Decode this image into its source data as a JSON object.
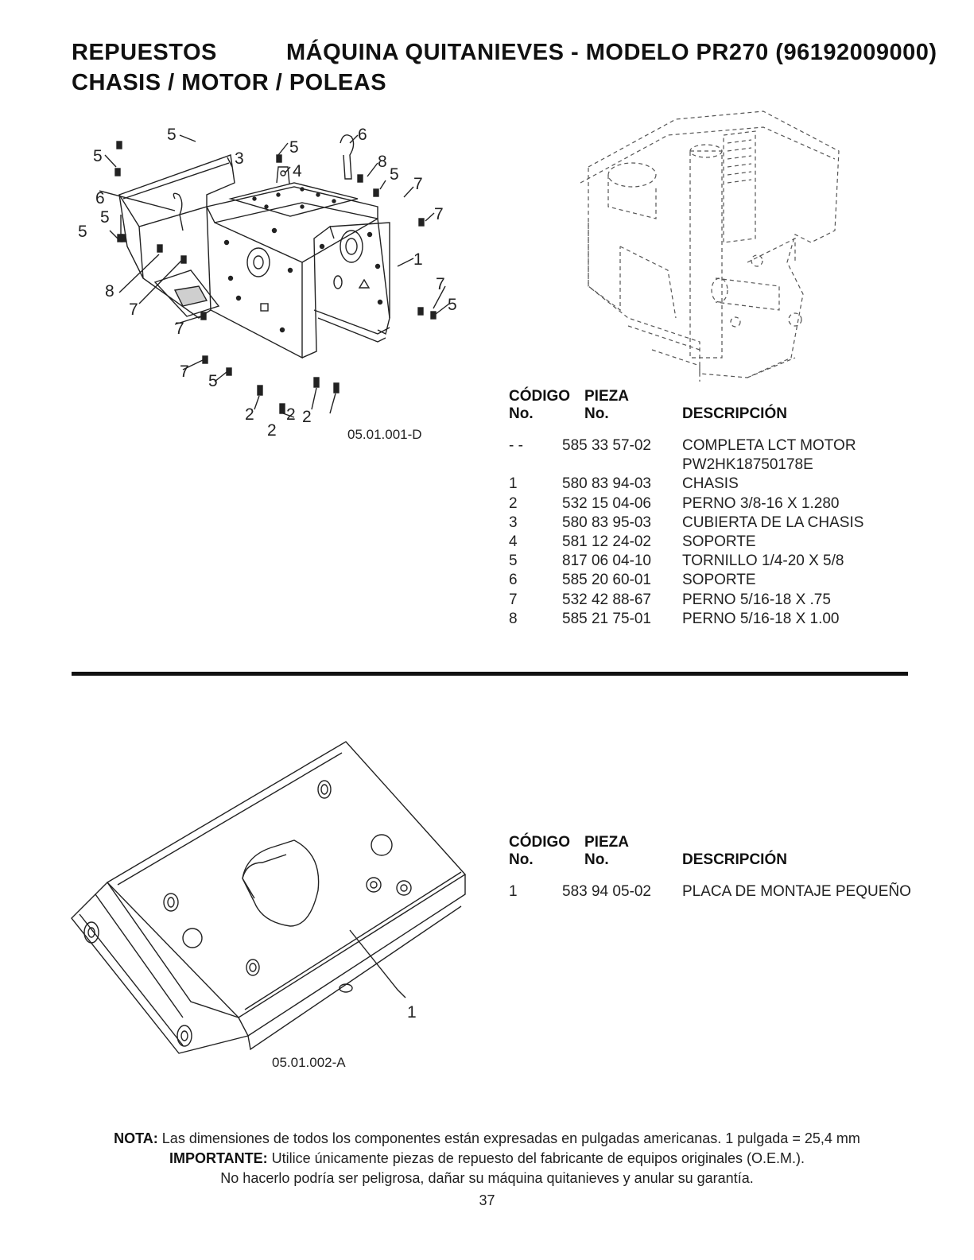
{
  "header": {
    "left_title": "REPUESTOS",
    "right_title": "MÁQUINA QUITANIEVES - MODELO  PR270  (96192009000)",
    "section_title": "CHASIS / MOTOR / POLEAS"
  },
  "figure1": {
    "code": "05.01.001-D",
    "callouts": [
      "5",
      "5",
      "3",
      "5",
      "4",
      "6",
      "8",
      "5",
      "7",
      "6",
      "5",
      "7",
      "5",
      "1",
      "8",
      "7",
      "7",
      "5",
      "7",
      "7",
      "5",
      "2",
      "2",
      "2",
      "2"
    ]
  },
  "table1": {
    "header_code_line1": "CÓDIGO",
    "header_part_line1": "PIEZA",
    "header_code_line2": "No.",
    "header_part_line2": "No.",
    "header_desc": "DESCRIPCIÓN",
    "rows": [
      {
        "code": "- -",
        "part": "585 33 57-02",
        "desc": "COMPLETA LCT MOTOR"
      },
      {
        "code": "",
        "part": "",
        "desc": "PW2HK18750178E"
      },
      {
        "code": "1",
        "part": "580 83 94-03",
        "desc": "CHASIS"
      },
      {
        "code": "2",
        "part": "532 15 04-06",
        "desc": "PERNO 3/8-16 X 1.280"
      },
      {
        "code": "3",
        "part": "580 83 95-03",
        "desc": "CUBIERTA DE LA CHASIS"
      },
      {
        "code": "4",
        "part": "581 12 24-02",
        "desc": "SOPORTE"
      },
      {
        "code": "5",
        "part": "817 06 04-10",
        "desc": "TORNILLO 1/4-20 X 5/8"
      },
      {
        "code": "6",
        "part": "585 20 60-01",
        "desc": "SOPORTE"
      },
      {
        "code": "7",
        "part": "532 42 88-67",
        "desc": "PERNO 5/16-18 X .75"
      },
      {
        "code": "8",
        "part": "585 21 75-01",
        "desc": "PERNO 5/16-18 X 1.00"
      }
    ]
  },
  "figure2": {
    "code": "05.01.002-A",
    "callout": "1"
  },
  "table2": {
    "header_code_line1": "CÓDIGO",
    "header_part_line1": "PIEZA",
    "header_code_line2": "No.",
    "header_part_line2": "No.",
    "header_desc": "DESCRIPCIÓN",
    "rows": [
      {
        "code": "1",
        "part": "583 94 05-02",
        "desc": "PLACA DE MONTAJE PEQUEÑO"
      }
    ]
  },
  "footer": {
    "nota_label": "NOTA:",
    "nota_text": " Las dimensiones de todos los componentes están expresadas en pulgadas americanas.  1 pulgada = 25,4 mm",
    "importante_label": "IMPORTANTE:",
    "importante_text": " Utilice únicamente piezas de repuesto del fabricante de equipos originales (O.E.M.).",
    "warning": "No hacerlo podría ser peligrosa, dañar su máquina quitanieves y anular su garantía.",
    "page_number": "37"
  }
}
